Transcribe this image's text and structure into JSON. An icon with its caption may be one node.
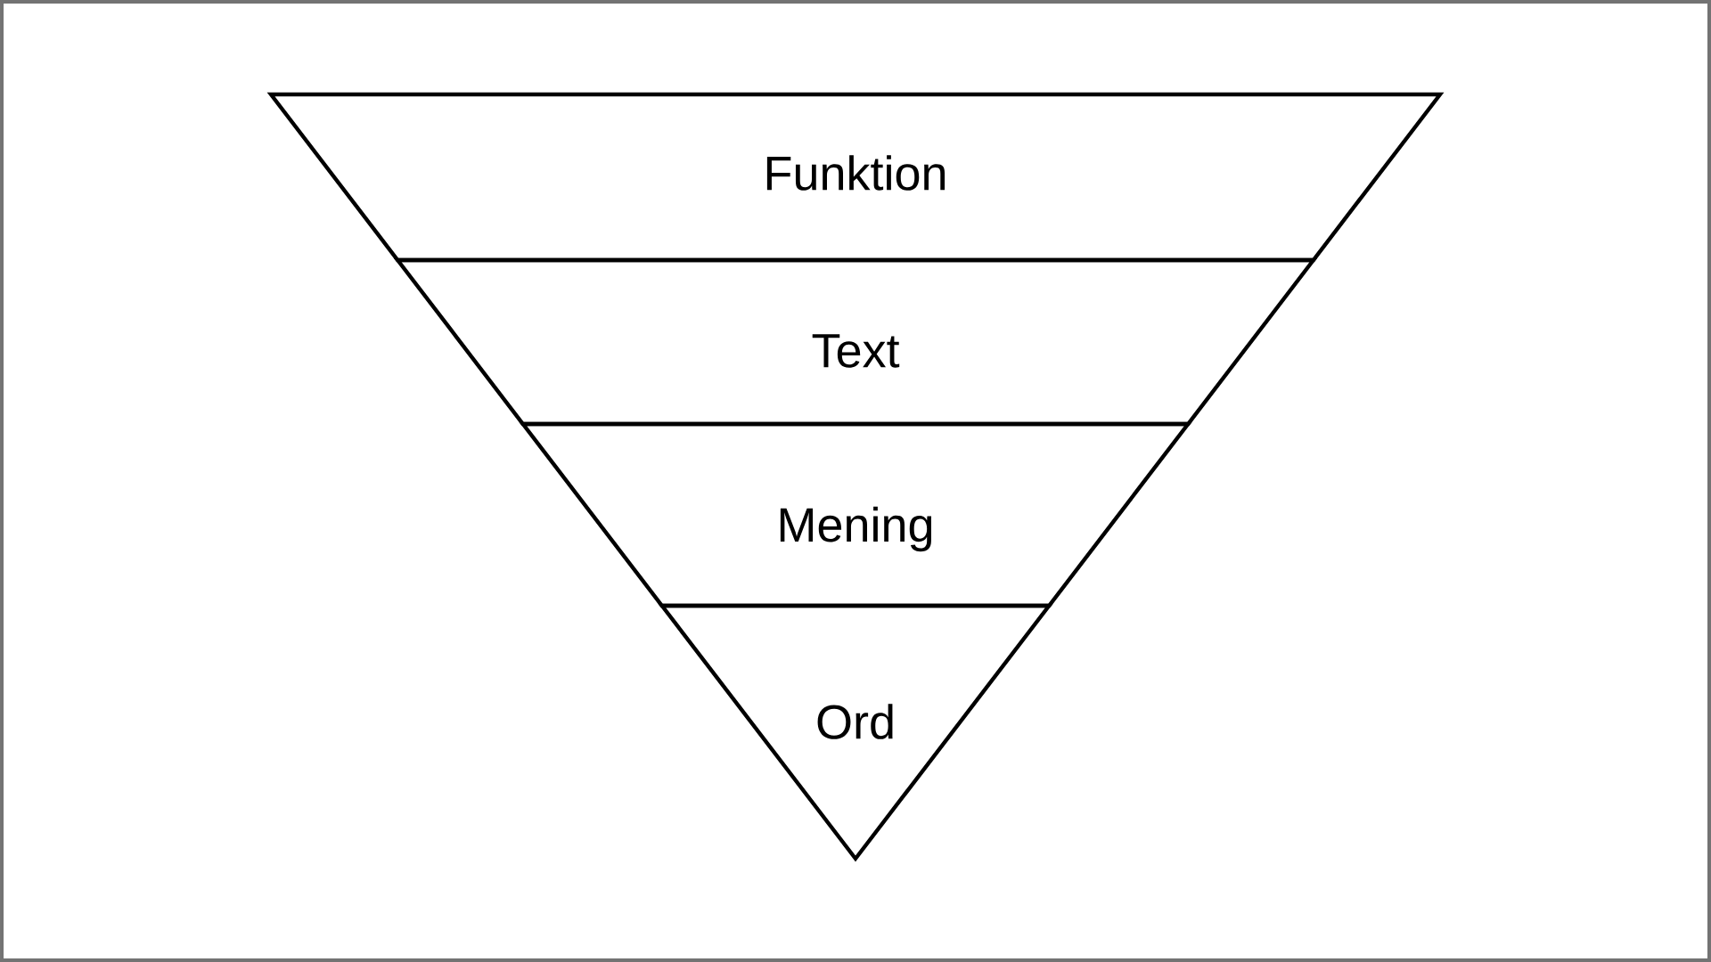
{
  "diagram": {
    "nodes": [
      {
        "text": [
          "Funktion"
        ]
      },
      {
        "text": [
          "Text"
        ]
      },
      {
        "text": [
          "Mening"
        ]
      },
      {
        "text": [
          "Ord"
        ]
      }
    ]
  }
}
